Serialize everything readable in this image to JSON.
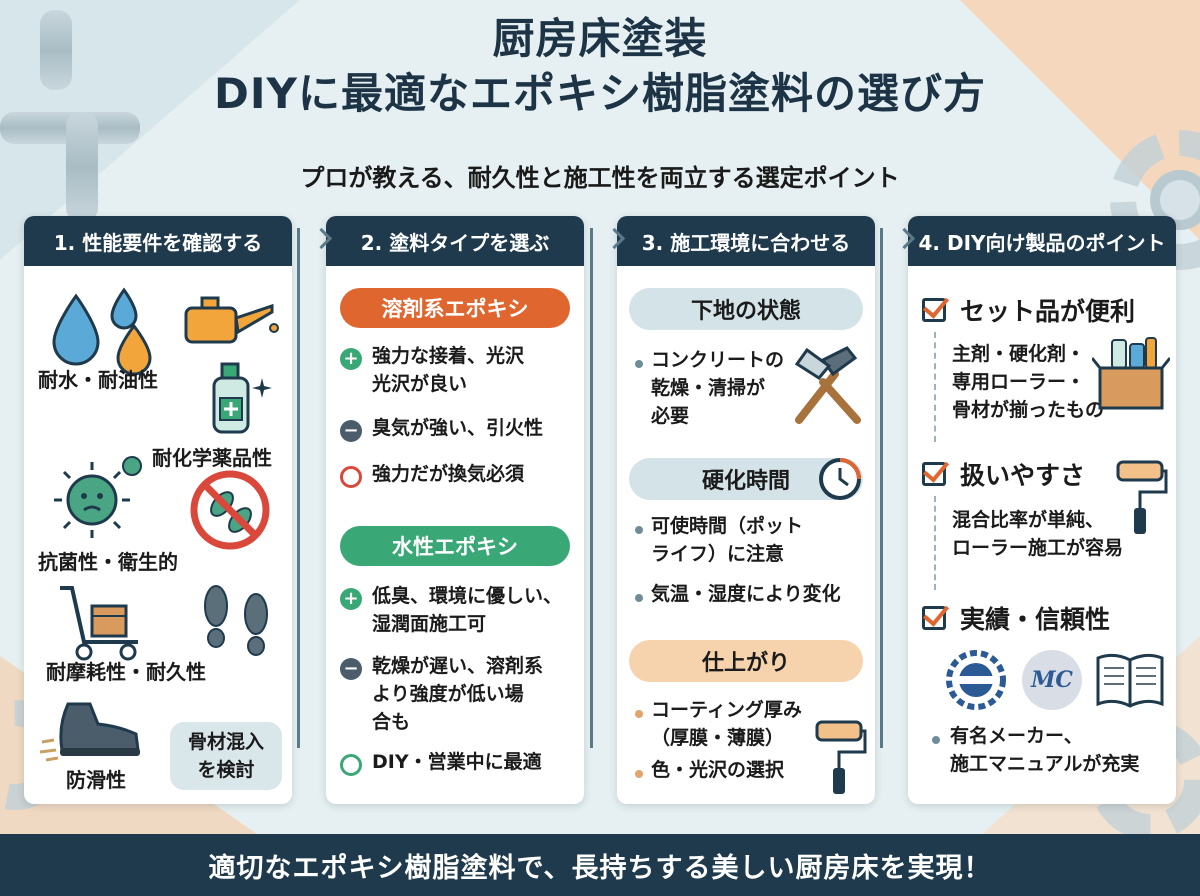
{
  "header": {
    "title_line1": "厨房床塗装",
    "title_line2": "DIYに最適なエポキシ樹脂塗料の選び方",
    "subtitle": "プロが教える、耐久性と施工性を両立する選定ポイント"
  },
  "colors": {
    "navy": "#1e3a4c",
    "orange": "#e0662f",
    "green": "#3aa776",
    "red": "#d9483b",
    "light_blue": "#d3e3e8",
    "peach": "#f6d2ad"
  },
  "card1": {
    "heading": "1. 性能要件を確認する",
    "items": {
      "water_oil": "耐水・耐油性",
      "chemical": "耐化学薬品性",
      "antibacterial": "抗菌性・衛生的",
      "abrasion": "耐摩耗性・耐久性",
      "slip": "防滑性"
    },
    "aggregate_note": [
      "骨材混入",
      "を検討"
    ],
    "icons": [
      "water-drop-icon",
      "oil-can-icon",
      "chemical-bottle-icon",
      "germ-icon",
      "no-bacteria-icon",
      "hand-truck-icon",
      "footprints-icon",
      "shoe-icon"
    ]
  },
  "card2": {
    "heading": "2. 塗料タイプを選ぶ",
    "solvent": {
      "tag": "溶剤系エポキシ",
      "pro": [
        "強力な接着、光沢",
        "光沢が良い"
      ],
      "con": "臭気が強い、引火性",
      "note": "強力だが換気必須"
    },
    "water": {
      "tag": "水性エポキシ",
      "pro": [
        "低臭、環境に優しい、",
        "湿潤面施工可"
      ],
      "con": [
        "乾燥が遅い、溶剤系",
        "より強度が低い場",
        "合も"
      ],
      "note": "DIY・営業中に最適"
    }
  },
  "card3": {
    "heading": "3. 施工環境に合わせる",
    "substrate": {
      "title": "下地の状態",
      "text": [
        "コンクリートの",
        "乾燥・清掃が",
        "必要"
      ]
    },
    "cure": {
      "title": "硬化時間",
      "text1": [
        "可使時間（ポット",
        "ライフ）に注意"
      ],
      "text2": "気温・湿度により変化"
    },
    "finish": {
      "title": "仕上がり",
      "text1": [
        "コーティング厚み",
        "（厚膜・薄膜）"
      ],
      "text2": "色・光沢の選択"
    }
  },
  "card4": {
    "heading": "4. DIY向け製品のポイント",
    "set": {
      "title": "セット品が便利",
      "text": [
        "主剤・硬化剤・",
        "専用ローラー・",
        "骨材が揃ったもの"
      ]
    },
    "ease": {
      "title": "扱いやすさ",
      "text": [
        "混合比率が単純、",
        "ローラー施工が容易"
      ]
    },
    "trust": {
      "title": "実績・信頼性",
      "logo_mc": "MC",
      "text": [
        "有名メーカー、",
        "施工マニュアルが充実"
      ]
    }
  },
  "footer": {
    "text": "適切なエポキシ樹脂塗料で、長持ちする美しい厨房床を実現！"
  }
}
